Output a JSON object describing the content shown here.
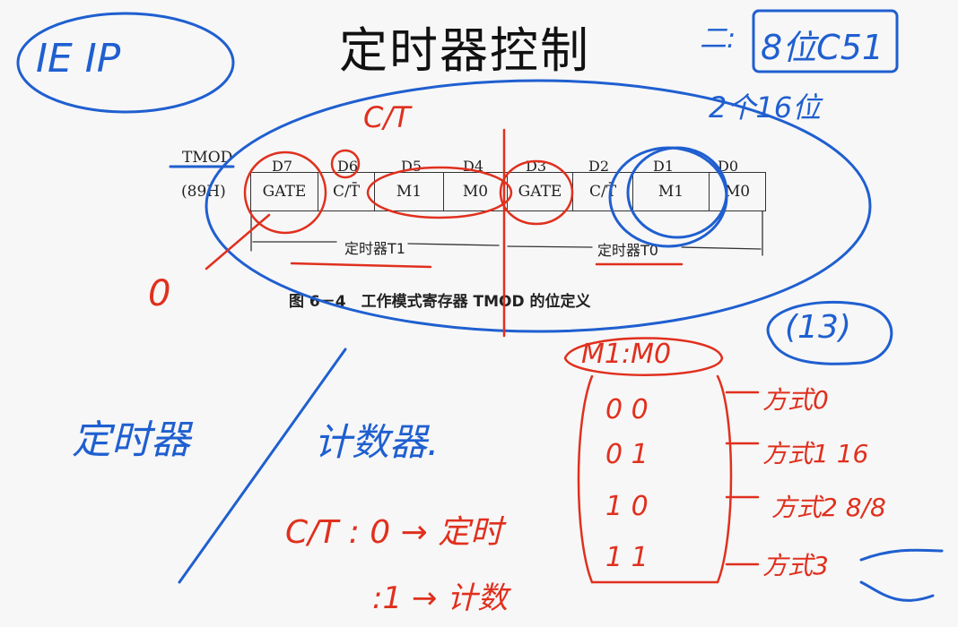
{
  "slide": {
    "title": "定时器控制",
    "register": {
      "name": "TMOD",
      "address": "(89H)",
      "bits": [
        "D7",
        "D6",
        "D5",
        "D4",
        "D3",
        "D2",
        "D1",
        "D0"
      ],
      "fields": [
        "GATE",
        "C/T̄",
        "M1",
        "M0",
        "GATE",
        "C/T̄",
        "M1",
        "M0"
      ],
      "group_t1": "定时器T1",
      "group_t0": "定时器T0"
    },
    "caption": "图 6－4　工作模式寄存器 TMOD 的位定义"
  },
  "annotations": {
    "top_left": "IE IP",
    "top_right_a": "二:",
    "top_right_b": "8位C51",
    "top_right_c": "2个16位",
    "ct_label": "C/T",
    "zero": "0",
    "m1m0": "M1:M0",
    "count": "(13)",
    "modes": [
      {
        "bits": "0 0",
        "label": "方式0"
      },
      {
        "bits": "0 1",
        "label": "方式1 16"
      },
      {
        "bits": "1 0",
        "label": "方式2 8/8"
      },
      {
        "bits": "1 1",
        "label": "方式3"
      }
    ],
    "timer": "定时器",
    "counter": "计数器.",
    "ct_zero": "C/T : 0 → 定时",
    "ct_one": ":1 → 计数",
    "colors": {
      "red": "#e0301e",
      "blue": "#1f5fd0"
    }
  }
}
